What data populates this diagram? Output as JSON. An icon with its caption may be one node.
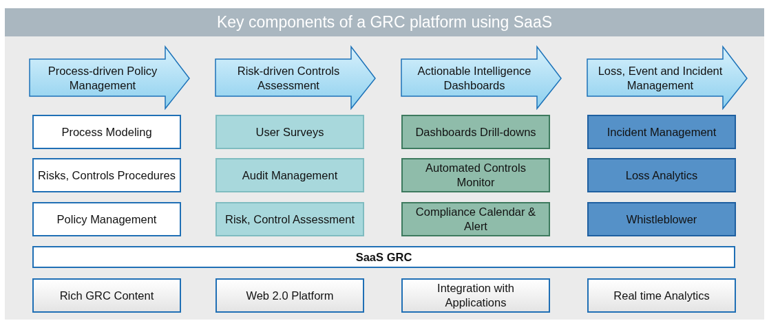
{
  "diagram": {
    "title": "Key components of a GRC platform using SaaS",
    "nodes": [
      {
        "text": [
          "Process-driven Policy Management"
        ]
      },
      {
        "text": [
          "Risk-driven Controls Assessment"
        ]
      },
      {
        "text": [
          "Actionable Intelligence Dashboards"
        ]
      },
      {
        "text": [
          "Loss, Event and Incident Management"
        ]
      },
      {
        "text": [
          "Process Modeling"
        ]
      },
      {
        "text": [
          "User Surveys"
        ]
      },
      {
        "text": [
          "Dashboards Drill-downs"
        ]
      },
      {
        "text": [
          "Incident Management"
        ]
      },
      {
        "text": [
          "Risks, Controls Procedures"
        ]
      },
      {
        "text": [
          "Audit Management"
        ]
      },
      {
        "text": [
          "Automated Controls Monitor"
        ]
      },
      {
        "text": [
          "Loss Analytics"
        ]
      },
      {
        "text": [
          "Policy Management"
        ]
      },
      {
        "text": [
          "Risk, Control Assessment"
        ]
      },
      {
        "text": [
          "Compliance Calendar & Alert"
        ]
      },
      {
        "text": [
          "Whistleblower"
        ]
      },
      {
        "text": [
          "SaaS GRC"
        ]
      },
      {
        "text": [
          "Rich GRC Content"
        ]
      },
      {
        "text": [
          "Web 2.0 Platform"
        ]
      },
      {
        "text": [
          "Integration with Applications"
        ]
      },
      {
        "text": [
          "Real time Analytics"
        ]
      }
    ]
  }
}
